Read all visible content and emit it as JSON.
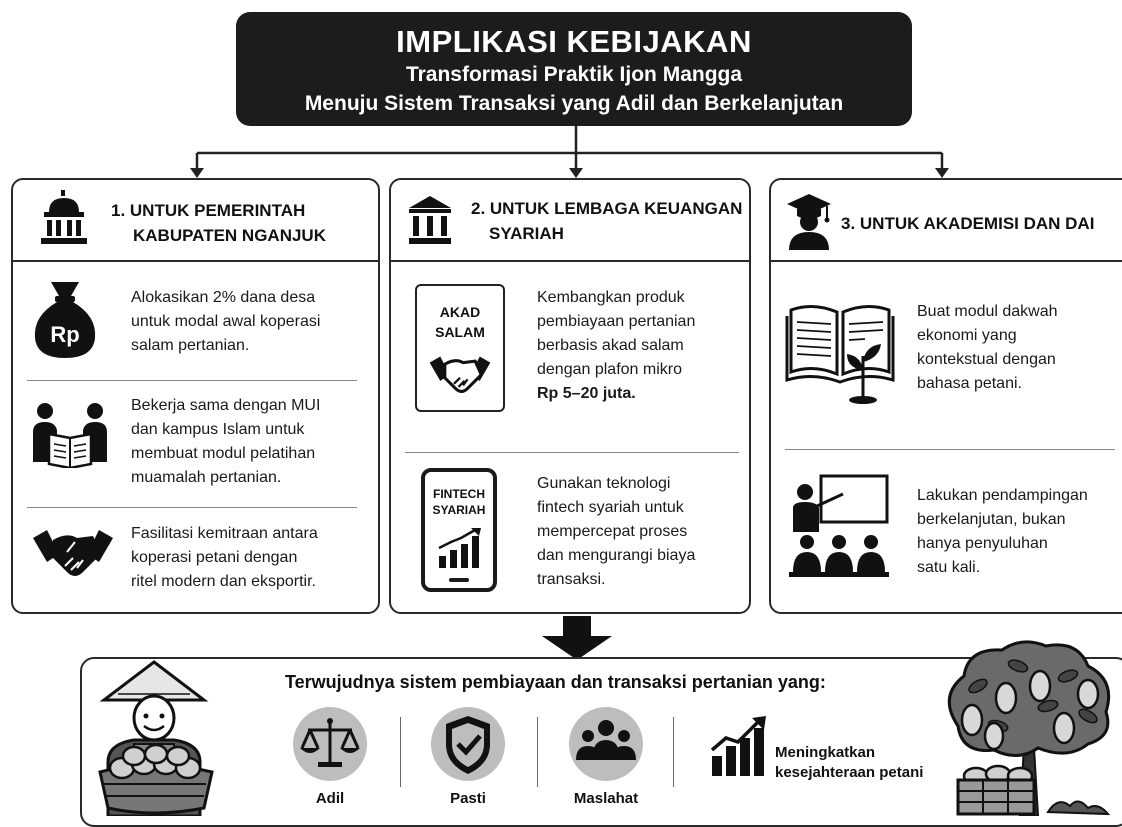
{
  "header": {
    "title": "IMPLIKASI KEBIJAKAN",
    "subtitle1": "Transformasi Praktik Ijon Mangga",
    "subtitle2": "Menuju Sistem Transaksi yang Adil dan Berkelanjutan"
  },
  "columns": [
    {
      "title_line1": "1. UNTUK PEMERINTAH",
      "title_line2": "KABUPATEN NGANJUK",
      "icon": "government-building-icon",
      "items": [
        {
          "icon": "money-bag-icon",
          "icon_text": "Rp",
          "lines": [
            "Alokasikan 2% dana desa",
            "untuk modal awal koperasi",
            "salam pertanian."
          ]
        },
        {
          "icon": "people-reading-icon",
          "lines": [
            "Bekerja sama dengan MUI",
            "dan kampus Islam untuk",
            "membuat modul pelatihan",
            "muamalah pertanian."
          ]
        },
        {
          "icon": "handshake-icon",
          "lines": [
            "Fasilitasi kemitraan antara",
            "koperasi petani dengan",
            "ritel modern dan eksportir."
          ]
        }
      ]
    },
    {
      "title_line1": "2. UNTUK LEMBAGA KEUANGAN",
      "title_line2": "SYARIAH",
      "icon": "bank-building-icon",
      "items": [
        {
          "icon": "akad-salam-card-icon",
          "icon_label1": "AKAD",
          "icon_label2": "SALAM",
          "lines": [
            "Kembangkan produk",
            "pembiayaan pertanian",
            "berbasis akad salam",
            "dengan plafon mikro"
          ],
          "bold_line": "Rp 5–20 juta."
        },
        {
          "icon": "fintech-phone-icon",
          "icon_label1": "FINTECH",
          "icon_label2": "SYARIAH",
          "lines": [
            "Gunakan teknologi",
            "fintech syariah untuk",
            "mempercepat proses",
            "dan mengurangi biaya",
            "transaksi."
          ]
        }
      ]
    },
    {
      "title": "3. UNTUK AKADEMISI DAN DAI",
      "icon": "graduate-icon",
      "items": [
        {
          "icon": "open-book-plant-icon",
          "lines": [
            "Buat modul dakwah",
            "ekonomi yang",
            "kontekstual dengan",
            "bahasa petani."
          ]
        },
        {
          "icon": "teacher-class-icon",
          "lines": [
            "Lakukan pendampingan",
            "berkelanjutan, bukan",
            "hanya penyuluhan",
            "satu kali."
          ]
        }
      ]
    }
  ],
  "outcome": {
    "title": "Terwujudnya sistem pembiayaan dan transaksi pertanian yang:",
    "values": [
      {
        "label": "Adil",
        "icon": "scales-icon"
      },
      {
        "label": "Pasti",
        "icon": "shield-check-icon"
      },
      {
        "label": "Maslahat",
        "icon": "community-icon"
      }
    ],
    "welfare_line1": "Meningkatkan",
    "welfare_line2": "kesejahteraan petani",
    "welfare_icon": "growth-chart-icon"
  },
  "illustrations": [
    "farmer-with-mango-basket",
    "mango-tree-with-crate"
  ]
}
